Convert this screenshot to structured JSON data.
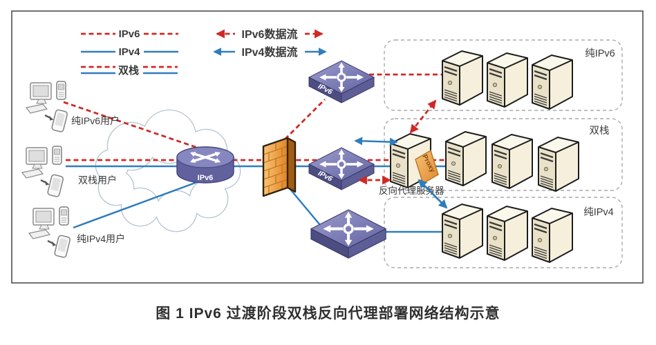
{
  "colors": {
    "ipv6_red": "#cd2a26",
    "ipv4_blue": "#2e7dbd",
    "firewall_orange": "#ec9a3e",
    "device_purple": "#7272ae",
    "server_cream": "#f2ecd9"
  },
  "legend": {
    "lines": [
      {
        "label": "IPv6",
        "style": "red-dashed"
      },
      {
        "label": "IPv4",
        "style": "blue-solid"
      },
      {
        "label": "双栈",
        "style": "red-dashed-over-blue-solid"
      }
    ],
    "flows": [
      {
        "label": "IPv6数据流",
        "style": "red-dashed-arrows"
      },
      {
        "label": "IPv4数据流",
        "style": "blue-solid-arrows"
      }
    ]
  },
  "users": [
    {
      "label": "纯IPv6用户"
    },
    {
      "label": "双栈用户"
    },
    {
      "label": "纯IPv4用户"
    }
  ],
  "core": {
    "router_label": "IPv6",
    "switch_top_label": "IPv6",
    "switch_mid_label": "IPv6"
  },
  "proxy": {
    "tag": "Proxy",
    "label": "反向代理服务器"
  },
  "groups": [
    {
      "label": "纯IPv6",
      "servers": 3
    },
    {
      "label": "双栈",
      "servers": 3
    },
    {
      "label": "纯IPv4",
      "servers": 3
    }
  ],
  "caption": {
    "text": "图 1 IPv6 过渡阶段双栈反向代理部署网络结构示意"
  }
}
